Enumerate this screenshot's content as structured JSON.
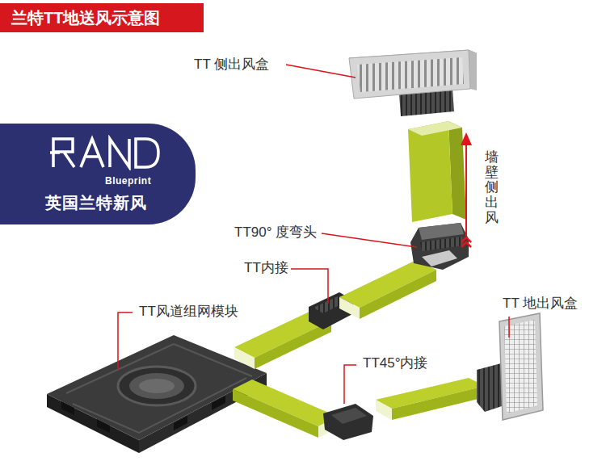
{
  "diagram": {
    "title": "兰特TT地送风示意图",
    "nodes": [
      {
        "text": [
          "Blueprint",
          "英国兰特新风"
        ]
      }
    ],
    "labels": [
      "TT 侧出风盒",
      "墙壁侧出风",
      "TT90° 度弯头",
      "TT内接",
      "TT风道组网模块",
      "TT 地出风盒",
      "TT45°内接"
    ]
  }
}
